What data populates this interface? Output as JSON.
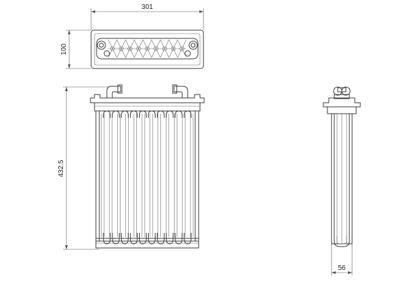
{
  "dimensions": {
    "top_width": "301",
    "top_height": "100",
    "front_height": "432.5",
    "side_width": "56"
  },
  "drawing": {
    "tube_count": 12,
    "loop_count": 10,
    "line_color": "#3a3a3a"
  }
}
